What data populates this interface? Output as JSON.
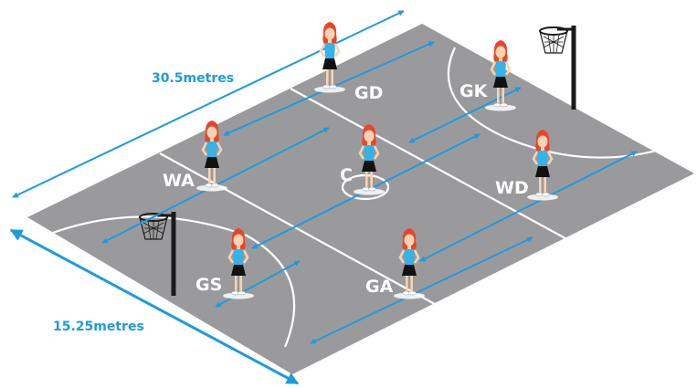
{
  "colors": {
    "court": "#9a9a9c",
    "court_line": "#ffffff",
    "arrow": "#1e9ae0",
    "dimension": "#1e9ae0",
    "label_text": "#ffffff",
    "post": "#1a1a1a",
    "hair": "#e8452a",
    "top": "#35b3e6",
    "skirt": "#111111",
    "skin": "#f7d3b4"
  },
  "court": {
    "length": "30.5metres",
    "width": "15.25metres"
  },
  "players": [
    {
      "id": "gd",
      "label": "GD"
    },
    {
      "id": "gk",
      "label": "GK"
    },
    {
      "id": "wa",
      "label": "WA"
    },
    {
      "id": "c",
      "label": "C"
    },
    {
      "id": "wd",
      "label": "WD"
    },
    {
      "id": "gs",
      "label": "GS"
    },
    {
      "id": "ga",
      "label": "GA"
    }
  ],
  "goals": [
    {
      "id": "goal-near-left",
      "icon": "netball-hoop-icon"
    },
    {
      "id": "goal-far-right",
      "icon": "netball-hoop-icon"
    }
  ]
}
